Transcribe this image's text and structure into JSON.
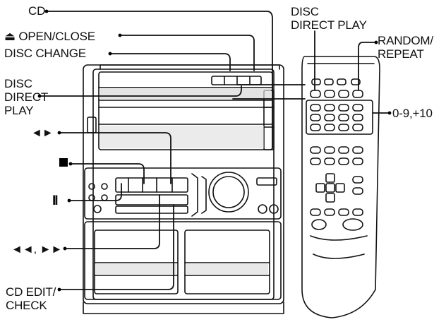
{
  "labels": {
    "cd": "CD",
    "open_close": "⏏ OPEN/CLOSE",
    "disc_change": "DISC CHANGE",
    "disc_direct_play_left": [
      "DISC",
      "DIRECT",
      "PLAY"
    ],
    "play_symbol": "◄►",
    "pause_symbol": "II",
    "search_symbols": "◄◄, ►►",
    "cd_edit_check": [
      "CD EDIT/",
      "CHECK"
    ],
    "disc_direct_play_top": [
      "DISC",
      "DIRECT PLAY"
    ],
    "random_repeat": [
      "RANDOM/",
      "REPEAT"
    ],
    "numeric_keys": "0-9,+10"
  },
  "colors": {
    "ink": "#111111",
    "shade": "#b4b4b4",
    "light": "#e6e6e6",
    "paper": "#ffffff"
  },
  "icons": [
    "stop-square-icon",
    "remote-control",
    "stereo-unit"
  ]
}
